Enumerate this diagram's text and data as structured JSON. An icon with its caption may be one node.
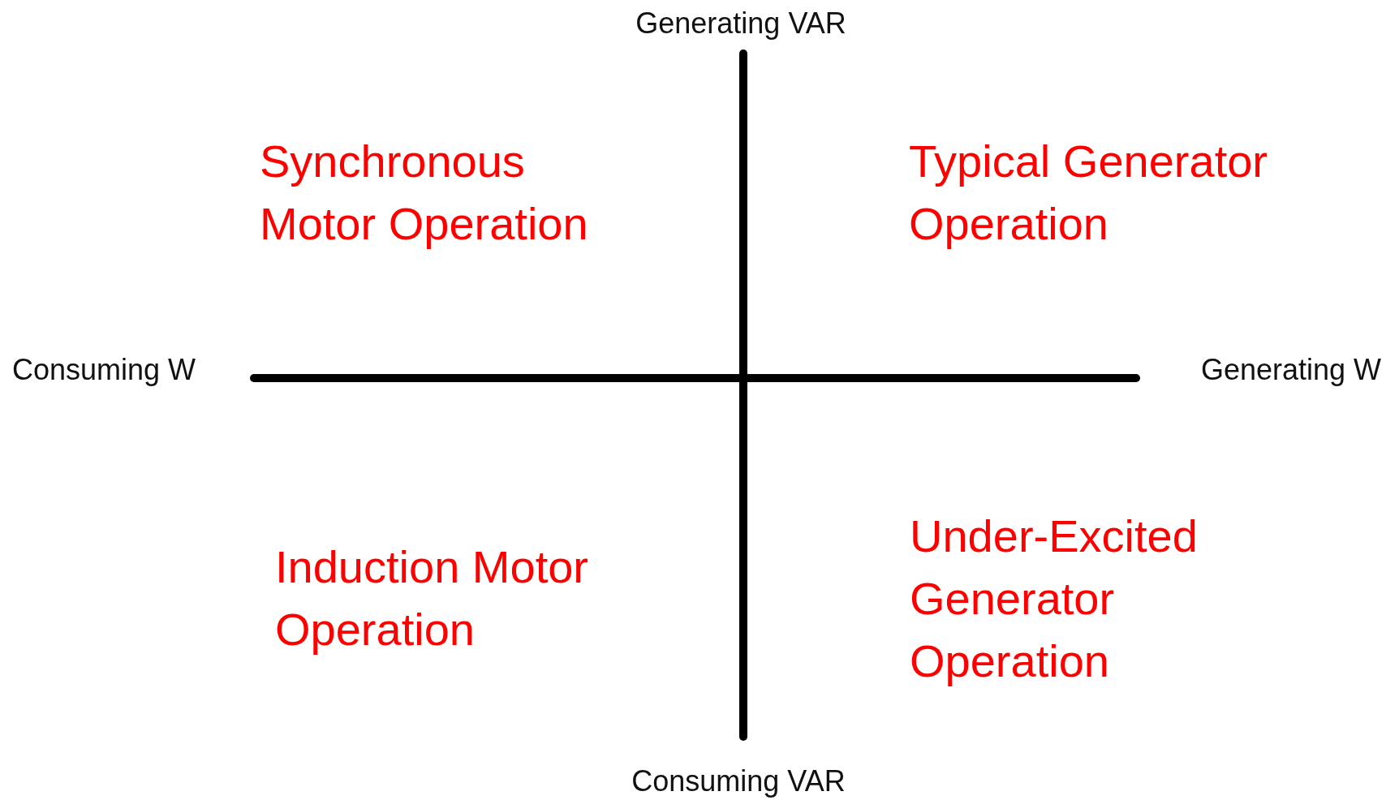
{
  "diagram": {
    "labels": [
      "Generating VAR",
      "Synchronous Motor Operation",
      "Typical Generator Operation",
      "Consuming W",
      "Generating W",
      "Induction Motor Operation",
      "Under-Excited Generator Operation",
      "Consuming VAR"
    ]
  }
}
